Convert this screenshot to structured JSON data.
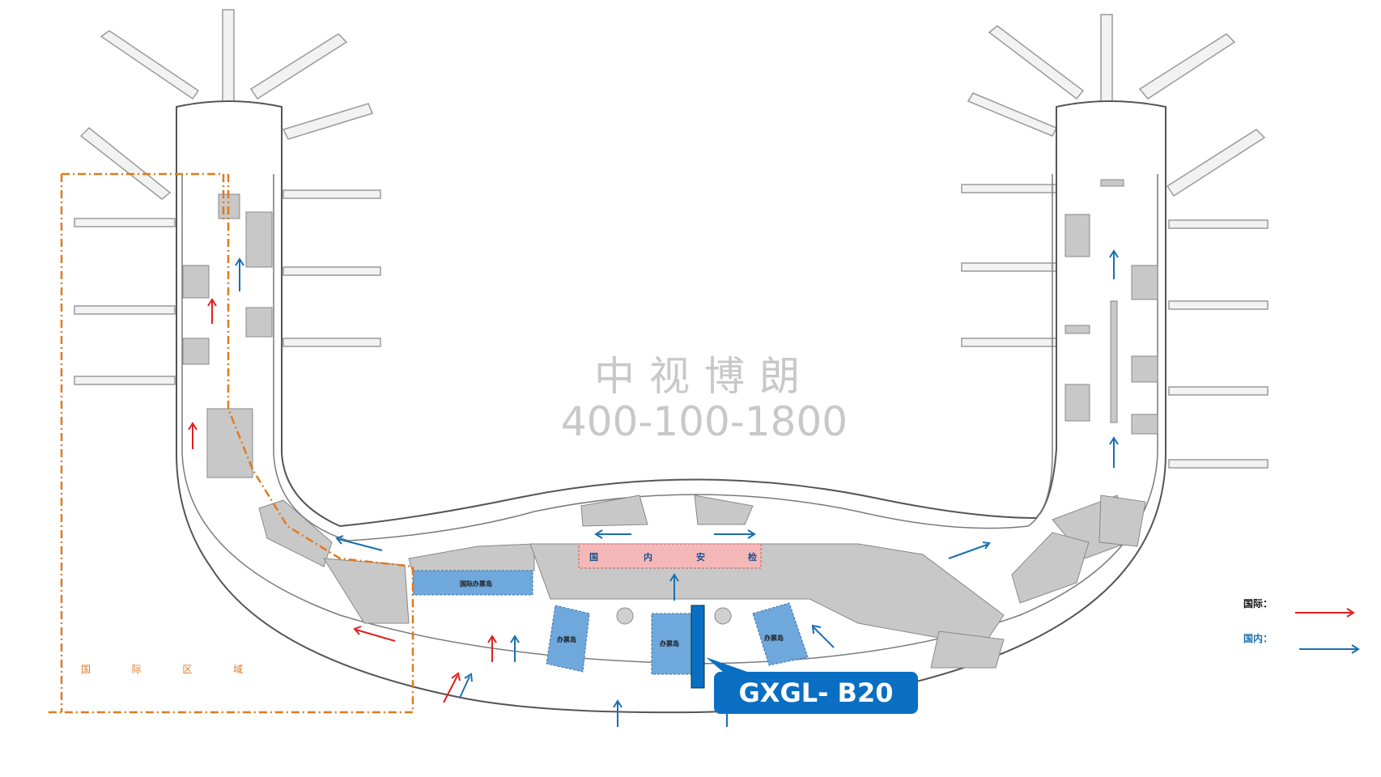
{
  "watermark": {
    "company": "中视博朗",
    "phone": "400-100-1800"
  },
  "callout": {
    "code": "GXGL- B20"
  },
  "zones": {
    "international_area": [
      "国",
      "际",
      "区",
      "域"
    ],
    "domestic_security": [
      "国",
      "内",
      "安",
      "检"
    ],
    "intl_ticket_island": "国际办票岛",
    "ticket_island": "办票岛"
  },
  "legend": {
    "international_label": "国际：",
    "domestic_label": "国内：",
    "international_color": "#e02020",
    "domestic_color": "#1a6fb0"
  },
  "colors": {
    "building_outline": "#555555",
    "grey_block": "#c8c8c8",
    "ticket_island_fill": "#6fa8dc",
    "security_fill": "#f4b8b8",
    "intl_boundary": "#e07a1f",
    "callout_bg": "#0a6fc2"
  }
}
